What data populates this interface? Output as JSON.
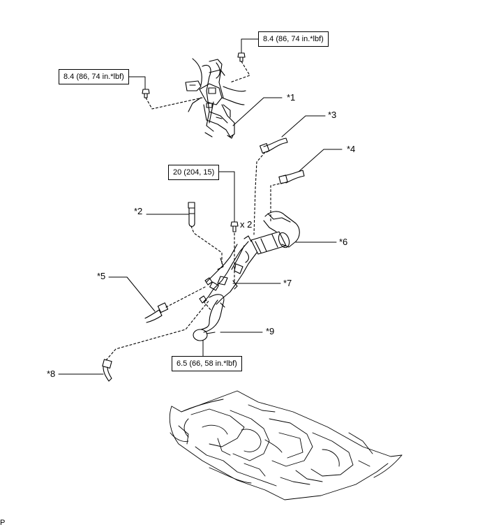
{
  "torque_specs": {
    "bolt_top_right": "8.4 (86, 74 in.*lbf)",
    "bolt_top_left": "8.4 (86, 74 in.*lbf)",
    "bolt_center": "20 (204, 15)",
    "bolt_bottom": "6.5 (66, 58 in.*lbf)"
  },
  "callouts": {
    "c1": "*1",
    "c2": "*2",
    "c3": "*3",
    "c4": "*4",
    "c5": "*5",
    "c6": "*6",
    "c7": "*7",
    "c8": "*8",
    "c9": "*9"
  },
  "quantity_label": "x 2",
  "figure_marker": "P"
}
